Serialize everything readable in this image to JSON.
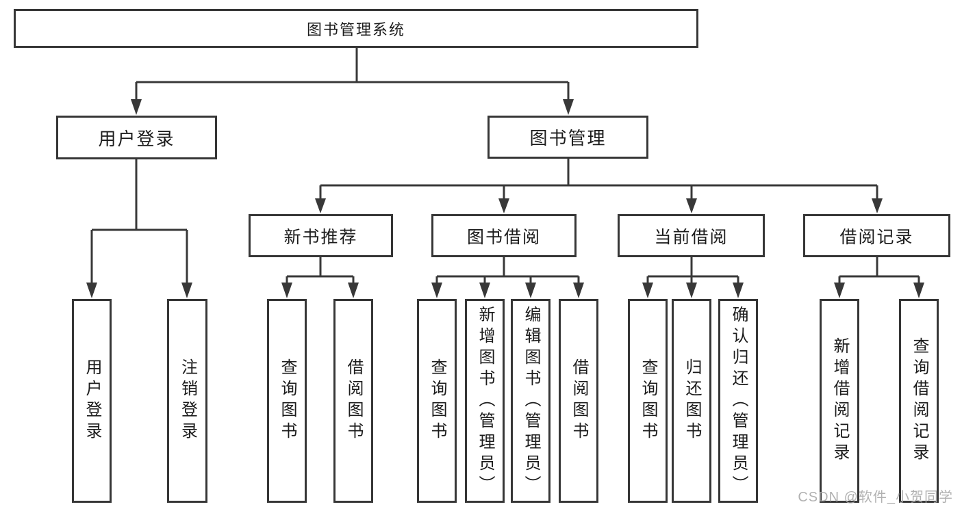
{
  "colors": {
    "line": "#383838",
    "border": "#363636",
    "text": "#1c1c1c",
    "background": "#ffffff",
    "watermark": "#a9a9a9"
  },
  "chart": {
    "type": "org-tree",
    "root": {
      "label": "图书管理系统"
    },
    "branches": [
      {
        "label": "用户登录",
        "children": [
          {
            "label": "用户登录"
          },
          {
            "label": "注销登录"
          }
        ]
      },
      {
        "label": "图书管理",
        "children": [
          {
            "label": "新书推荐",
            "children": [
              {
                "label": "查询图书"
              },
              {
                "label": "借阅图书"
              }
            ]
          },
          {
            "label": "图书借阅",
            "children": [
              {
                "label": "查询图书"
              },
              {
                "label": "新增图书（管理员）"
              },
              {
                "label": "编辑图书（管理员）"
              },
              {
                "label": "借阅图书"
              }
            ]
          },
          {
            "label": "当前借阅",
            "children": [
              {
                "label": "查询图书"
              },
              {
                "label": "归还图书"
              },
              {
                "label": "确认归还（管理员）"
              }
            ]
          },
          {
            "label": "借阅记录",
            "children": [
              {
                "label": "新增借阅记录"
              },
              {
                "label": "查询借阅记录"
              }
            ]
          }
        ]
      }
    ]
  },
  "watermark": {
    "text": "CSDN @软件_小贺同学"
  }
}
